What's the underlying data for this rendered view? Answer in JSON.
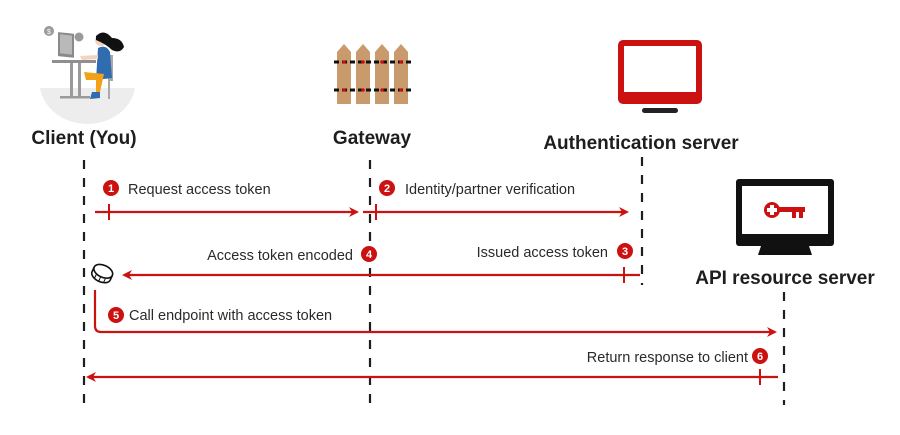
{
  "title": "API access token flow",
  "colors": {
    "accent": "#cc1111",
    "lifeline": "#1e1e1e",
    "fence": "#c99a6b",
    "monitor_dark": "#111111"
  },
  "actors": [
    {
      "id": "client",
      "label": "Client (You)",
      "icon": "person-at-desk-icon"
    },
    {
      "id": "gateway",
      "label": "Gateway",
      "icon": "fence-icon"
    },
    {
      "id": "auth",
      "label": "Authentication server",
      "icon": "monitor-icon"
    },
    {
      "id": "api",
      "label": "API resource server",
      "icon": "monitor-key-icon"
    }
  ],
  "messages": [
    {
      "step": "1",
      "label": "Request access token",
      "from": "client",
      "to": "gateway"
    },
    {
      "step": "2",
      "label": "Identity/partner verification",
      "from": "gateway",
      "to": "auth"
    },
    {
      "step": "3",
      "label": "Issued access token",
      "from": "auth",
      "to": "gateway"
    },
    {
      "step": "4",
      "label": "Access token encoded",
      "from": "gateway",
      "to": "client"
    },
    {
      "step": "5",
      "label": "Call endpoint with access token",
      "from": "client",
      "to": "api"
    },
    {
      "step": "6",
      "label": "Return response to client",
      "from": "api",
      "to": "client"
    }
  ],
  "token_icon": "token-coin-icon"
}
